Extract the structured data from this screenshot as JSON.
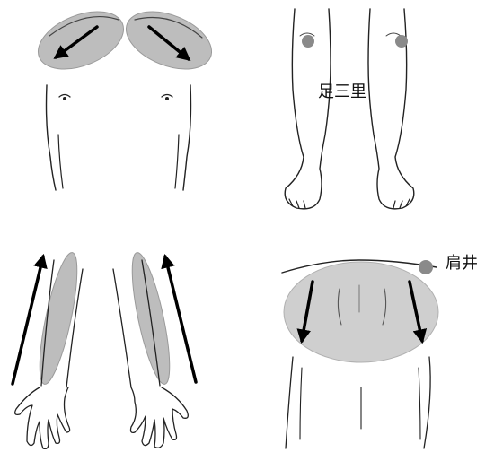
{
  "labels": {
    "zusanli": "足三里",
    "jianjing": "肩井"
  },
  "colors": {
    "highlight": "#bdbdbd",
    "point": "#8a8a8a",
    "line": "#222222",
    "arrow": "#000000"
  },
  "panels": [
    {
      "name": "chest-shoulders",
      "description_icon": "shoulder-massage-arrows"
    },
    {
      "name": "legs",
      "description_icon": "acupoint-dots"
    },
    {
      "name": "arms",
      "description_icon": "arm-massage-arrows"
    },
    {
      "name": "back",
      "description_icon": "back-massage-arrows"
    }
  ]
}
